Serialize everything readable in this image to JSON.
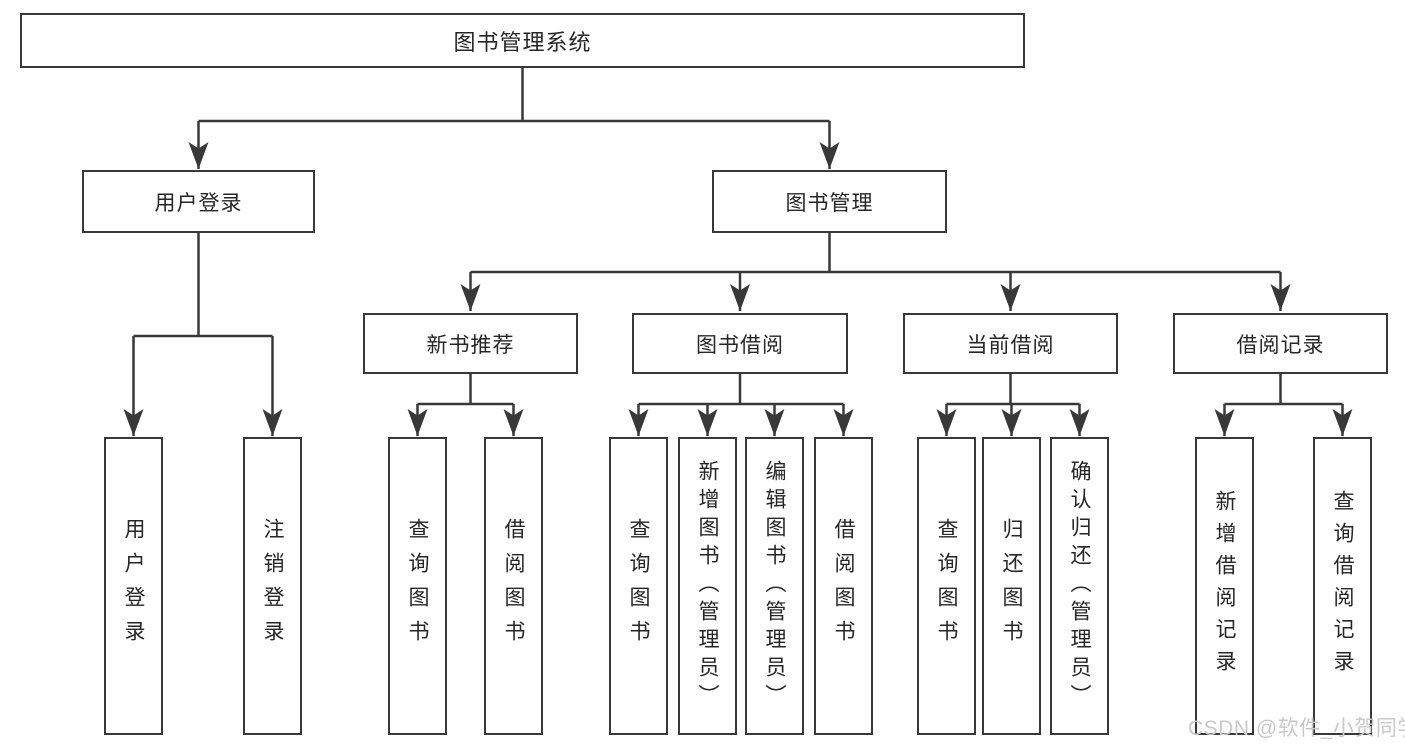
{
  "tree": {
    "root": {
      "label": "图书管理系统",
      "children": [
        {
          "label": "用户登录",
          "children": [
            {
              "label": "用户登录"
            },
            {
              "label": "注销登录"
            }
          ]
        },
        {
          "label": "图书管理",
          "children": [
            {
              "label": "新书推荐",
              "children": [
                {
                  "label": "查询图书"
                },
                {
                  "label": "借阅图书"
                }
              ]
            },
            {
              "label": "图书借阅",
              "children": [
                {
                  "label": "查询图书"
                },
                {
                  "label": "新增图书（管理员）"
                },
                {
                  "label": "编辑图书（管理员）"
                },
                {
                  "label": "借阅图书"
                }
              ]
            },
            {
              "label": "当前借阅",
              "children": [
                {
                  "label": "查询图书"
                },
                {
                  "label": "归还图书"
                },
                {
                  "label": "确认归还（管理员）"
                }
              ]
            },
            {
              "label": "借阅记录",
              "children": [
                {
                  "label": "新增借阅记录"
                },
                {
                  "label": "查询借阅记录"
                }
              ]
            }
          ]
        }
      ]
    }
  },
  "watermark": {
    "text": "CSDN @软件_小贺同学",
    "color": "#c9c9c9"
  },
  "colors": {
    "line": "#383838",
    "box_border": "#383838",
    "text": "#262626",
    "background": "#ffffff"
  }
}
